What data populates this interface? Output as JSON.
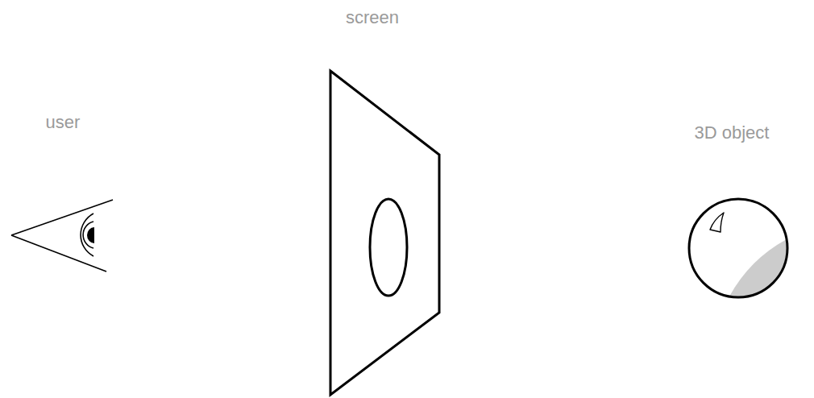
{
  "diagram": {
    "labels": [
      "user",
      "screen",
      "3D object"
    ]
  }
}
